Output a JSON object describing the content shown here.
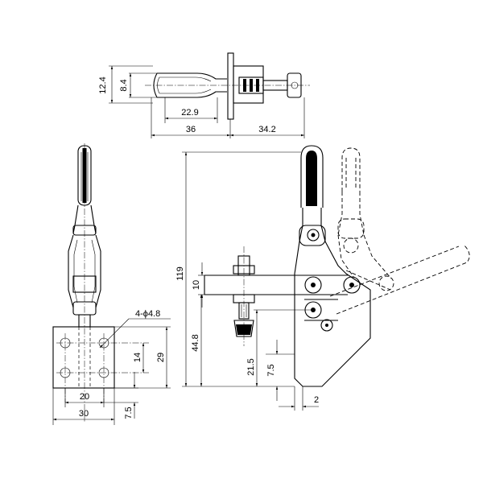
{
  "drawing": {
    "top_view": {
      "dim_12_4": "12.4",
      "dim_8_4": "8.4",
      "dim_22_9": "22.9",
      "dim_36": "36",
      "dim_34_2": "34.2"
    },
    "front_view": {
      "dim_119": "119",
      "dim_10": "10",
      "dim_44_8": "44.8",
      "dim_21_5": "21.5",
      "dim_7_5": "7.5",
      "dim_2": "2"
    },
    "base_view": {
      "hole_callout": "4-ϕ4.8",
      "dim_14": "14",
      "dim_29": "29",
      "dim_20": "20",
      "dim_30": "30",
      "dim_7_5": "7.5"
    }
  }
}
